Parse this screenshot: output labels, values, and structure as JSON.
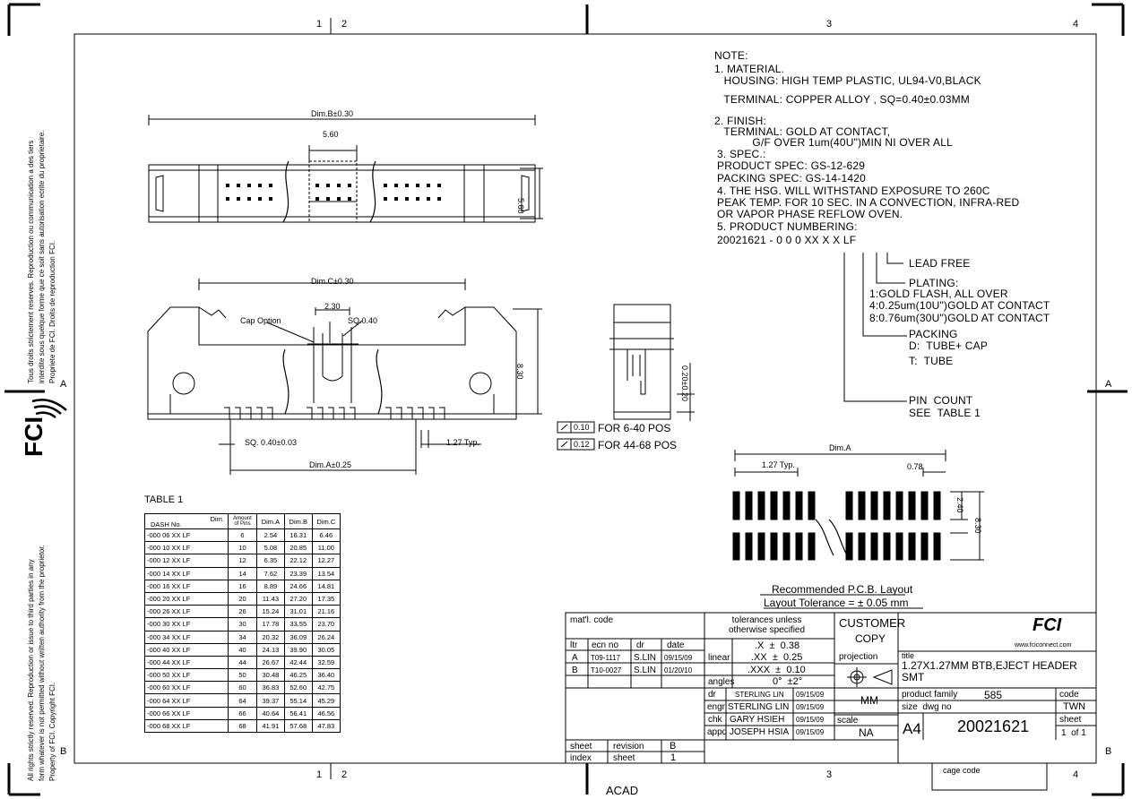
{
  "frame": {
    "col_labels_top": [
      "1",
      "2",
      "3",
      "4"
    ],
    "col_labels_bottom": [
      "1",
      "2",
      "3",
      "4"
    ],
    "row_labels": [
      "A",
      "A",
      "B",
      "B"
    ],
    "acad": "ACAD",
    "cage_code": "cage code"
  },
  "side_notes": {
    "top": [
      "Tous droits strictement reserves. Reproduction ou communication a des tiers",
      "interdite sous quelque forme que ce soit sans autorisation ecrite du proprietaire.",
      "Propriete de FCI. Droits de reproduction FCI."
    ],
    "bottom": [
      "All rights strictly reserved. Reproduction or issue to third parties in any",
      "form whatever is not permitted without written authority from the proprietor.",
      "Property of FCI. Copyright FCI."
    ],
    "logo": "FCI"
  },
  "notes": {
    "title": "NOTE:",
    "lines": [
      "1. MATERIAL.",
      "   HOUSING: HIGH TEMP PLASTIC, UL94-V0,BLACK",
      "   TERMINAL: COPPER ALLOY , SQ=0.40±0.03MM",
      "2. FINISH:",
      "   TERMINAL: GOLD AT CONTACT,",
      "            G/F OVER 1um(40U\")MIN NI OVER ALL",
      "3. SPEC.:",
      "PRODUCT SPEC: GS-12-629",
      "PACKING SPEC: GS-14-1420",
      "4. THE HSG. WILL WITHSTAND EXPOSURE TO 260C",
      "PEAK TEMP. FOR 10 SEC. IN A CONVECTION, INFRA-RED",
      "OR VAPOR PHASE REFLOW OVEN.",
      "5. PRODUCT NUMBERING:",
      "20021621 - 0 0 0 XX X X LF"
    ],
    "lead_free": "LEAD FREE",
    "plating_title": "PLATING:",
    "plating": [
      "1:GOLD FLASH, ALL OVER",
      "4:0.25um(10U\")GOLD AT CONTACT",
      "8:0.76um(30U\")GOLD AT CONTACT"
    ],
    "packing_title": "PACKING",
    "packing": [
      "D:  TUBE+ CAP",
      "T:  TUBE"
    ],
    "pin_count": "PIN  COUNT",
    "see_table": "SEE  TABLE 1"
  },
  "dims": {
    "dim_b": "Dim.B±0.30",
    "w560": "5.60",
    "h560": "5.60",
    "dim_c": "Dim.C±0.30",
    "w230": "2.30",
    "sq040": "SQ.0.40",
    "cap_option": "Cap Option",
    "h830": "8.30",
    "sq_term": "SQ. 0.40±0.03",
    "pitch": "1.27 Typ.",
    "dim_a_tol": "Dim.A±0.25",
    "h020": "0.20±0.20",
    "flat1_val": "0.10",
    "flat1_txt": "FOR 6-40 POS",
    "flat2_val": "0.12",
    "flat2_txt": "FOR 44-68 POS",
    "pcb_dim_a": "Dim.A",
    "pcb_pitch": "1.27 Typ.",
    "pcb_078": "0.78",
    "pcb_240": "2.40",
    "pcb_830": "8.30",
    "pcb_title": "Recommended P.C.B. Layout",
    "pcb_tol": "Layout Tolerance = ± 0.05 mm"
  },
  "table1": {
    "title": "TABLE 1",
    "head_dim": "Dim.",
    "head_dash": "DASH No.",
    "head_amount": "Amount of Pins",
    "head_a": "Dim.A",
    "head_b": "Dim.B",
    "head_c": "Dim.C",
    "rows": [
      [
        "-000 06 XX LF",
        "6",
        "2.54",
        "16.31",
        "6.46"
      ],
      [
        "-000 10 XX LF",
        "10",
        "5.08",
        "20.85",
        "11.00"
      ],
      [
        "-000 12 XX LF",
        "12",
        "6.35",
        "22.12",
        "12.27"
      ],
      [
        "-000 14 XX LF",
        "14",
        "7.62",
        "23.39",
        "13.54"
      ],
      [
        "-000 16 XX LF",
        "16",
        "8.89",
        "24.66",
        "14.81"
      ],
      [
        "-000 20 XX LF",
        "20",
        "11.43",
        "27.20",
        "17.35"
      ],
      [
        "-000 26 XX LF",
        "26",
        "15.24",
        "31.01",
        "21.16"
      ],
      [
        "-000 30 XX LF",
        "30",
        "17.78",
        "33.55",
        "23.70"
      ],
      [
        "-000 34 XX LF",
        "34",
        "20.32",
        "36.09",
        "26.24"
      ],
      [
        "-000 40 XX LF",
        "40",
        "24.13",
        "39.90",
        "30.05"
      ],
      [
        "-000 44 XX LF",
        "44",
        "26.67",
        "42.44",
        "32.59"
      ],
      [
        "-000 50 XX LF",
        "50",
        "30.48",
        "46.25",
        "36.40"
      ],
      [
        "-000 60 XX LF",
        "60",
        "36.83",
        "52.60",
        "42.75"
      ],
      [
        "-000 64 XX LF",
        "64",
        "39.37",
        "55.14",
        "45.29"
      ],
      [
        "-000 66 XX LF",
        "66",
        "40.64",
        "56.41",
        "46.56"
      ],
      [
        "-000 68 XX LF",
        "68",
        "41.91",
        "57.68",
        "47.83"
      ]
    ]
  },
  "title_block": {
    "matl_code": "mat'l. code",
    "tolerances": "tolerances unless\notherwise specified",
    "customer": "CUSTOMER",
    "copy": "COPY",
    "logo": "FCI",
    "website": "www.fciconnect.com",
    "rev_head": [
      "ltr",
      "ecn no",
      "dr",
      "date"
    ],
    "revs": [
      [
        "A",
        "T09-1117",
        "S.LIN",
        "09/15/09"
      ],
      [
        "B",
        "T10-0027",
        "S.LIN",
        "01/20/10"
      ]
    ],
    "linear": "linear",
    "tol_x": ".X  ±  0.38",
    "tol_xx": ".XX  ±  0.25",
    "tol_xxx": ".XXX  ±  0.10",
    "angles": "angles",
    "tol_ang": "0°  ±2°",
    "projection": "projection",
    "title_label": "title",
    "title": "1.27X1.27MM BTB,EJECT HEADER\nSMT",
    "roles": [
      [
        "dr",
        "STERLING LIN",
        "09/15/09"
      ],
      [
        "engr",
        "STERLING LIN",
        "09/15/09"
      ],
      [
        "chk",
        "GARY HSIEH",
        "09/15/09"
      ],
      [
        "appd",
        "JOSEPH HSIA",
        "09/15/09"
      ]
    ],
    "units": "MM",
    "scale_label": "scale",
    "scale": "NA",
    "product_family_label": "product family",
    "product_family": "585",
    "code_label": "code",
    "code": "TWN",
    "size_dwg_label": "size  dwg no",
    "size": "A4",
    "dwg_no": "20021621",
    "sheet_label": "sheet",
    "sheet": "1  of 1",
    "sheet_index": [
      "sheet",
      "index"
    ],
    "revision_label": "revision",
    "revision": "B",
    "sheet2_label": "sheet",
    "sheet2": "1"
  }
}
